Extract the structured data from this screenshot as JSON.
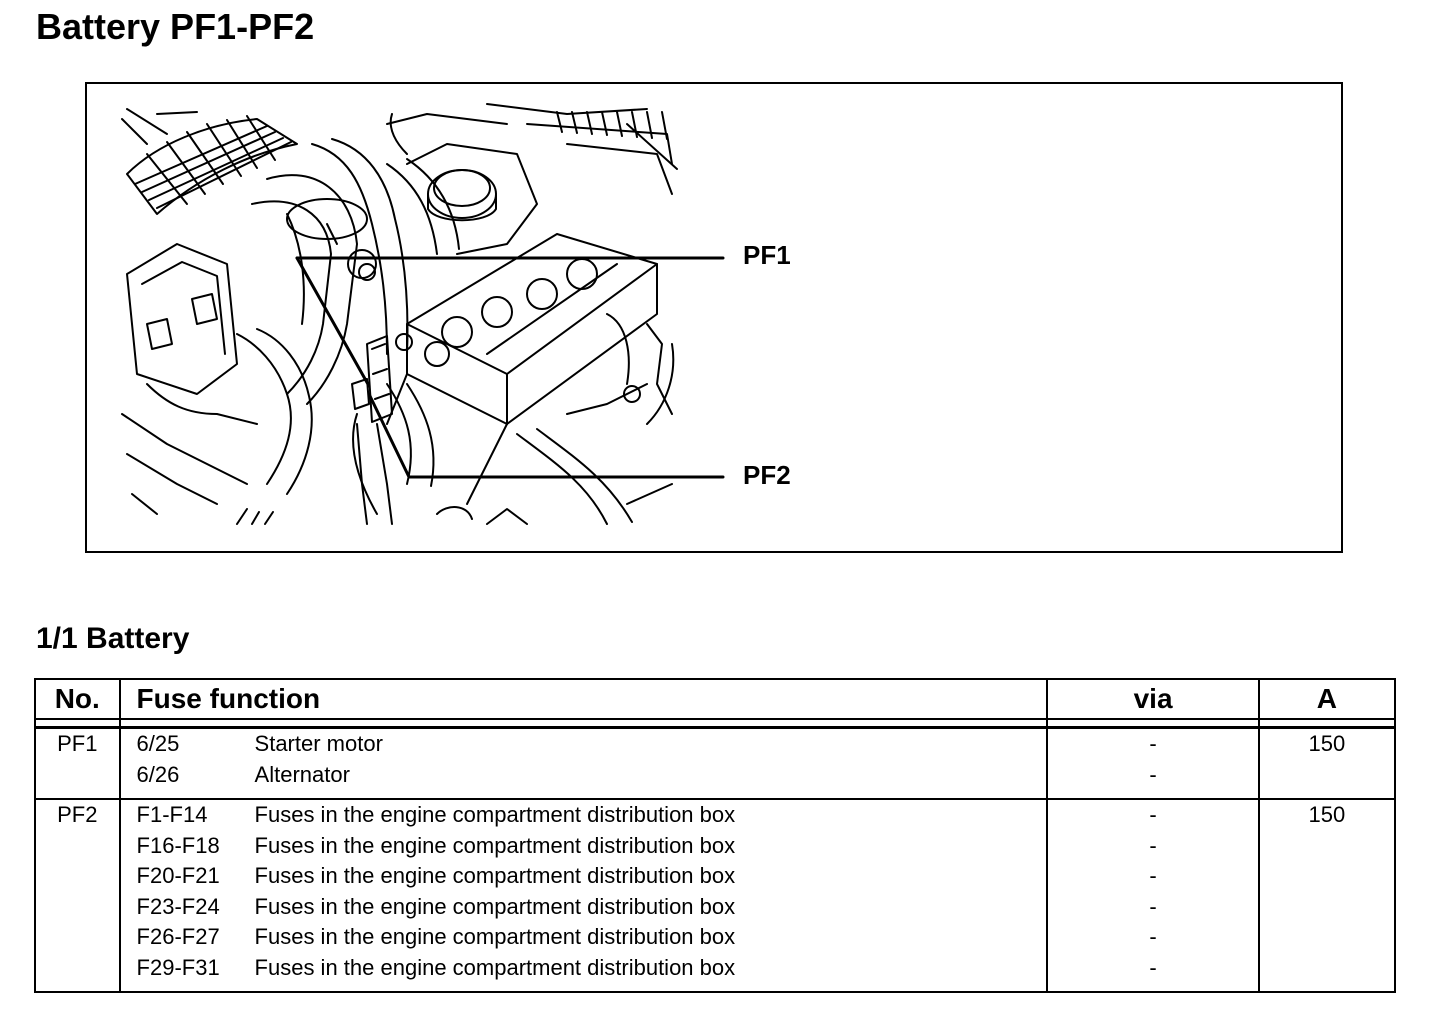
{
  "page": {
    "title": "Battery PF1-PF2",
    "section_title": "1/1 Battery"
  },
  "figure": {
    "callouts": [
      "PF1",
      "PF2"
    ]
  },
  "table": {
    "headers": {
      "no": "No.",
      "function": "Fuse function",
      "via": "via",
      "amps": "A"
    },
    "groups": [
      {
        "no": "PF1",
        "amps": "150",
        "rows": [
          {
            "code": "6/25",
            "desc": "Starter motor",
            "via": "-"
          },
          {
            "code": "6/26",
            "desc": "Alternator",
            "via": "-"
          }
        ]
      },
      {
        "no": "PF2",
        "amps": "150",
        "rows": [
          {
            "code": "F1-F14",
            "desc": "Fuses in the engine compartment distribution box",
            "via": "-"
          },
          {
            "code": "F16-F18",
            "desc": "Fuses in the engine compartment distribution box",
            "via": "-"
          },
          {
            "code": "F20-F21",
            "desc": "Fuses in the engine compartment distribution box",
            "via": "-"
          },
          {
            "code": "F23-F24",
            "desc": "Fuses in the engine compartment distribution box",
            "via": "-"
          },
          {
            "code": "F26-F27",
            "desc": "Fuses in the engine compartment distribution box",
            "via": "-"
          },
          {
            "code": "F29-F31",
            "desc": "Fuses in the engine compartment distribution box",
            "via": "-"
          }
        ]
      }
    ]
  }
}
